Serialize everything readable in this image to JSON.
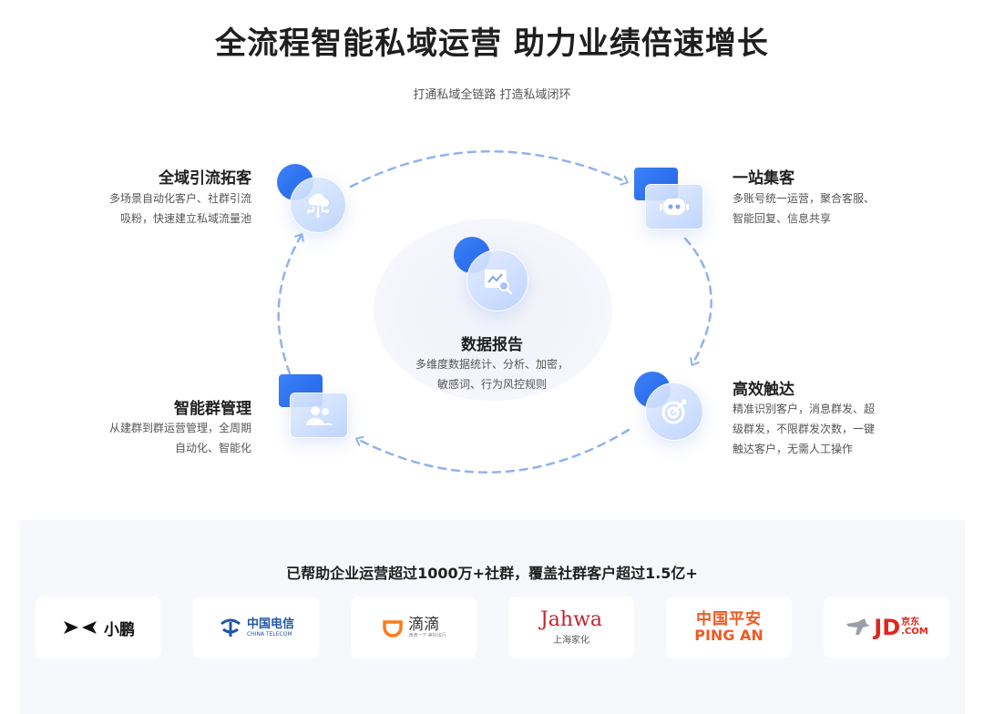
{
  "header": {
    "title": "全流程智能私域运营 助力业绩倍速增长",
    "subtitle": "打通私域全链路 打造私域闭环"
  },
  "features": {
    "traffic": {
      "title": "全域引流拓客",
      "desc_line1": "多场景自动化客户、社群引流",
      "desc_line2": "吸粉，快速建立私域流量池",
      "icon": "cloud-network-icon"
    },
    "gather": {
      "title": "一站集客",
      "desc_line1": "多账号统一运营，聚合客服、",
      "desc_line2": "智能回复、信息共享",
      "icon": "robot-icon"
    },
    "reach": {
      "title": "高效触达",
      "desc_line1": "精准识别客户，消息群发、超",
      "desc_line2": "级群发，不限群发次数，一键",
      "desc_line3": "触达客户，无需人工操作",
      "icon": "target-icon"
    },
    "group": {
      "title": "智能群管理",
      "desc_line1": "从建群到群运营管理，全周期",
      "desc_line2": "自动化、智能化",
      "icon": "users-icon"
    },
    "report": {
      "title": "数据报告",
      "desc_line1": "多维度数据统计、分析、加密，",
      "desc_line2": "敏感词、行为风控规则",
      "icon": "chart-search-icon"
    }
  },
  "bottom": {
    "title": "已帮助企业运营超过1000万+社群，覆盖社群客户超过1.5亿+",
    "logos": {
      "xpeng": {
        "text": "小鹏"
      },
      "telecom": {
        "text": "中国电信",
        "sub": "CHINA TELECOM"
      },
      "didi": {
        "text": "滴滴",
        "sub": "滴滴一下 美好出行"
      },
      "jahwa": {
        "text": "Jahwa",
        "sub": "上海家化"
      },
      "pingan": {
        "text": "中国平安",
        "sub": "PING AN"
      },
      "jd": {
        "text": "JD",
        "sub": "京东",
        "sub2": ".COM"
      }
    }
  },
  "colors": {
    "accent": "#2563eb",
    "flow_line": "#8fb3ee",
    "title": "#1f1f1f",
    "panel_bg": "#f7f8fc",
    "pingan": "#f05a22",
    "jd": "#e1251b",
    "telecom": "#1e56a8",
    "didi": "#ff7a1a"
  }
}
